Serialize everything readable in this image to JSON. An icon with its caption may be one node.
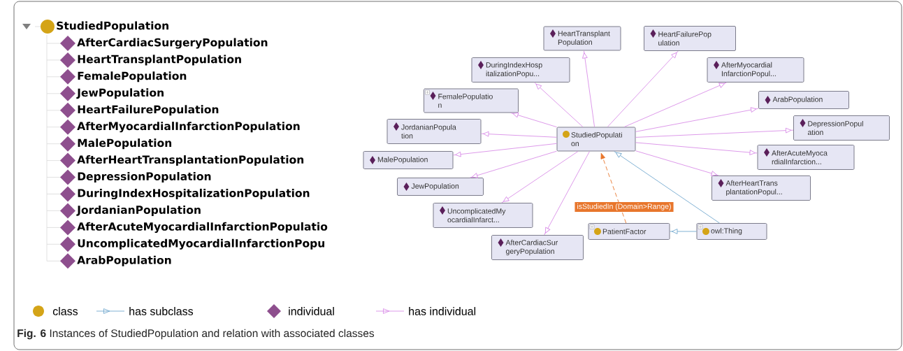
{
  "diagram": {
    "caption": "**Fig. 6** Instances of StudiedPopulation and relation with associated classes",
    "nodes": [
      {
        "text": [
          "StudiedPopulati on"
        ]
      },
      {
        "text": [
          "HeartTransplant Population"
        ]
      },
      {
        "text": [
          "HeartFailurePop ulation"
        ]
      },
      {
        "text": [
          "DuringIndexHosp italizationPopu..."
        ]
      },
      {
        "text": [
          "AfterMyocardial InfarctionPopul..."
        ]
      },
      {
        "text": [
          "FemalePopulatio n"
        ]
      },
      {
        "text": [
          "ArabPopulation"
        ]
      },
      {
        "text": [
          "JordanianPopula tion"
        ]
      },
      {
        "text": [
          "DepressionPopul ation"
        ]
      },
      {
        "text": [
          "MalePopulation"
        ]
      },
      {
        "text": [
          "AfterAcuteMyoca rdialInfarction..."
        ]
      },
      {
        "text": [
          "JewPopulation"
        ]
      },
      {
        "text": [
          "AfterHeartTrans plantationPopul..."
        ]
      },
      {
        "text": [
          "UncomplicatedMy ocardialInfarct..."
        ]
      },
      {
        "text": [
          "PatientFactor"
        ]
      },
      {
        "text": [
          "owl:Thing"
        ]
      },
      {
        "text": [
          "AfterCardiacSur geryPopulation"
        ]
      }
    ],
    "edges": [
      {
        "from": 0,
        "to": 1,
        "arrow": "to"
      },
      {
        "from": 0,
        "to": 2,
        "arrow": "to"
      },
      {
        "from": 0,
        "to": 3,
        "arrow": "to"
      },
      {
        "from": 0,
        "to": 4,
        "arrow": "to"
      },
      {
        "from": 0,
        "to": 5,
        "arrow": "to"
      },
      {
        "from": 0,
        "to": 6,
        "arrow": "to"
      },
      {
        "from": 0,
        "to": 7,
        "arrow": "to"
      },
      {
        "from": 0,
        "to": 8,
        "arrow": "to"
      },
      {
        "from": 0,
        "to": 9,
        "arrow": "to"
      },
      {
        "from": 0,
        "to": 10,
        "arrow": "to"
      },
      {
        "from": 0,
        "to": 11,
        "arrow": "to"
      },
      {
        "from": 0,
        "to": 12,
        "arrow": "to"
      },
      {
        "from": 0,
        "to": 13,
        "arrow": "to"
      },
      {
        "from": 0,
        "to": 16,
        "arrow": "to"
      },
      {
        "from": 15,
        "to": 0,
        "arrow": "to",
        "color": "#74a9cf"
      },
      {
        "from": 15,
        "to": 14,
        "arrow": "to",
        "color": "#74a9cf"
      },
      {
        "from": 14,
        "to": 0,
        "arrow": "to",
        "style": "dashed",
        "color": "#e8762c",
        "label": "isStudiedIn (Domain>Range)"
      }
    ],
    "labels": [
      "StudiedPopulation",
      "AfterCardiacSurgeryPopulation",
      "HeartTransplantPopulation",
      "FemalePopulation",
      "JewPopulation",
      "HeartFailurePopulation",
      "AfterMyocardialInfarctionPopulation",
      "MalePopulation",
      "AfterHeartTransplantationPopulation",
      "DepressionPopulation",
      "DuringIndexHospitalizationPopulation",
      "JordanianPopulation",
      "AfterAcuteMyocardialInfarctionPopulatio",
      "UncomplicatedMyocardialInfarctionPopu",
      "ArabPopulation"
    ],
    "legend": [
      {
        "text": "class",
        "color": "#d4a417"
      },
      {
        "text": "has subclass"
      },
      {
        "text": "individual",
        "color": "#8e4f8e"
      },
      {
        "text": "has individual"
      }
    ]
  }
}
